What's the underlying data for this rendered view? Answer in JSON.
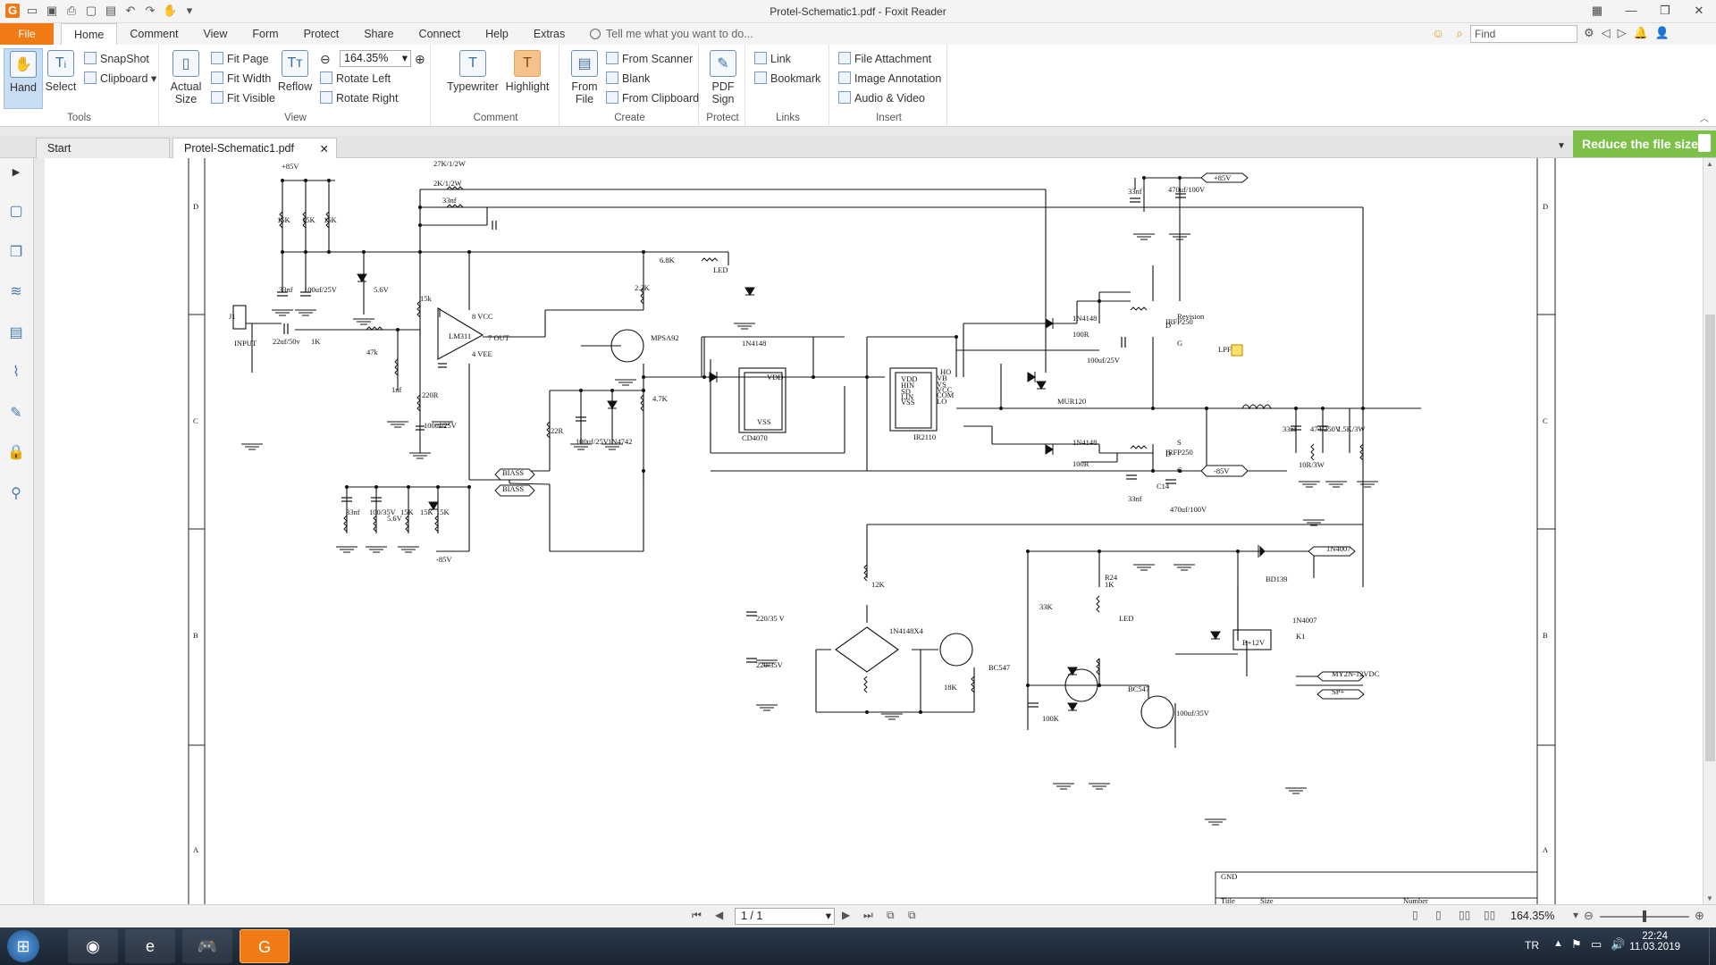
{
  "window": {
    "title": "Protel-Schematic1.pdf - Foxit Reader",
    "app_logo": "G"
  },
  "menu": {
    "file": "File",
    "tabs": [
      "Home",
      "Comment",
      "View",
      "Form",
      "Protect",
      "Share",
      "Connect",
      "Help",
      "Extras"
    ],
    "tell_me": "Tell me what you want to do...",
    "find_placeholder": "Find"
  },
  "ribbon": {
    "tools": {
      "label": "Tools",
      "hand": "Hand",
      "select": "Select",
      "snapshot": "SnapShot",
      "clipboard": "Clipboard"
    },
    "view": {
      "label": "View",
      "actual_size_1": "Actual",
      "actual_size_2": "Size",
      "fit_page": "Fit Page",
      "fit_width": "Fit Width",
      "fit_visible": "Fit Visible",
      "reflow": "Reflow",
      "zoom": "164.35%",
      "rotate_left": "Rotate Left",
      "rotate_right": "Rotate Right"
    },
    "comment": {
      "label": "Comment",
      "typewriter": "Typewriter",
      "highlight": "Highlight"
    },
    "create": {
      "label": "Create",
      "from_file_1": "From",
      "from_file_2": "File",
      "from_scanner": "From Scanner",
      "blank": "Blank",
      "from_clipboard": "From Clipboard"
    },
    "protect": {
      "label": "Protect",
      "pdf_sign_1": "PDF",
      "pdf_sign_2": "Sign"
    },
    "links": {
      "label": "Links",
      "link": "Link",
      "bookmark": "Bookmark"
    },
    "insert": {
      "label": "Insert",
      "file_attachment": "File Attachment",
      "image_annotation": "Image Annotation",
      "audio_video": "Audio & Video"
    }
  },
  "doc_tabs": {
    "start": "Start",
    "file": "Protel-Schematic1.pdf",
    "reduce": "Reduce the file size"
  },
  "schematic": {
    "border_rows": [
      "D",
      "C",
      "B",
      "A"
    ],
    "labels": [
      "+85V",
      "15K",
      "15K",
      "15K",
      "27K/1/2W",
      "2K/1/2W",
      "33nf",
      "33nf",
      "100uf/25V",
      "5.6V",
      "15k",
      "6.8K",
      "LED",
      "2.2K",
      "J1",
      "INPUT",
      "22uf/50v",
      "1K",
      "47k",
      "1nf",
      "8 VCC",
      "7 OUT",
      "LM311",
      "4 VEE",
      "220R",
      "100uf/25V",
      "MPSA92",
      "1N4148",
      "4.7K",
      "22R",
      "100uf/25V",
      "1N4742",
      "BIASS",
      "BIASS",
      "CD4070",
      "VDD",
      "VSS",
      "IR2110",
      "HO",
      "VB",
      "VS",
      "VCC",
      "COM",
      "LO",
      "VDD",
      "HIN",
      "SD",
      "LIN",
      "VSS",
      "MUR120",
      "1N4148",
      "100R",
      "100uf/25V",
      "IRFP250",
      "1N4148",
      "100R",
      "IRFP250",
      "+85V",
      "-85V",
      "33nf",
      "470uf/100V",
      "LPF",
      "33nf",
      "474/250V",
      "1.5K/3W",
      "10R/3W",
      "33nf",
      "C14",
      "470uf/100V",
      "33nf",
      "100/35V",
      "5.6V",
      "15K",
      "15K",
      "15K",
      "-85V",
      "12K",
      "220/35 V",
      "220/35V",
      "1N4148X4",
      "BC547",
      "18K",
      "33K",
      "R24",
      "1K",
      "LED",
      "BC547",
      "100K",
      "100uf/35V",
      "BD139",
      "1N4007",
      "B+12V",
      "1N4007",
      "K1",
      "MY2N-12VDC",
      "SP+",
      "GND",
      "Title",
      "Size",
      "Number",
      "Revision",
      "D",
      "G",
      "S",
      "D",
      "G",
      "S"
    ]
  },
  "status": {
    "page": "1 / 1",
    "zoom": "164.35%"
  },
  "taskbar": {
    "lang": "TR",
    "time": "22:24",
    "date": "11.03.2019"
  },
  "colors": {
    "accent_orange": "#f07a14",
    "reduce_green": "#7cc04a",
    "hand_selected": "#c9ddf2"
  }
}
